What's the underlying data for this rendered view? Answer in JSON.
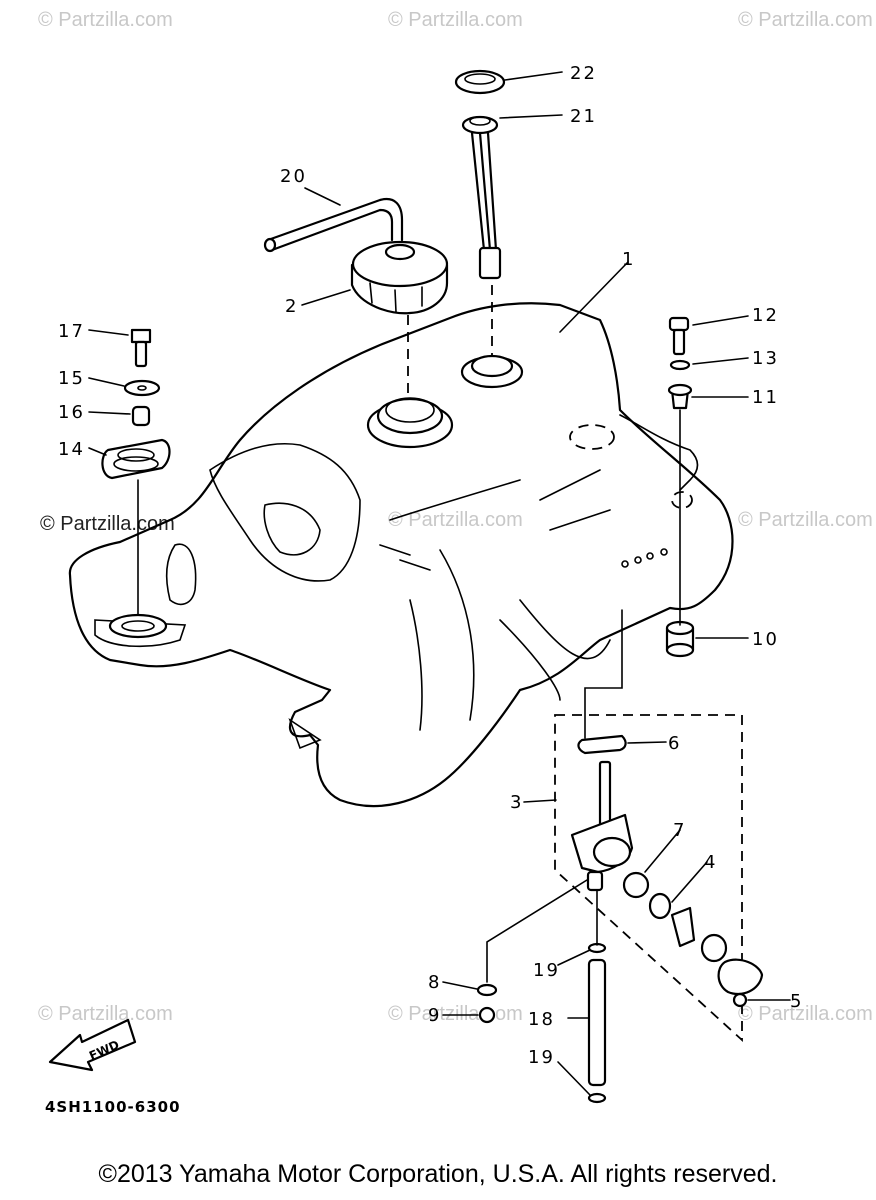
{
  "watermark": "© Partzilla.com",
  "diagram_code": "4SH1100-6300",
  "fwd_label": "FWD",
  "copyright": "©2013  Yamaha Motor Corporation, U.S.A. All rights reserved.",
  "callouts": {
    "c1": "1",
    "c2": "2",
    "c3": "3",
    "c4": "4",
    "c5": "5",
    "c6": "6",
    "c7": "7",
    "c8": "8",
    "c9": "9",
    "c10": "10",
    "c11": "11",
    "c12": "12",
    "c13": "13",
    "c14": "14",
    "c15": "15",
    "c16": "16",
    "c17": "17",
    "c18": "18",
    "c19a": "19",
    "c19b": "19",
    "c20": "20",
    "c21": "21",
    "c22": "22"
  }
}
